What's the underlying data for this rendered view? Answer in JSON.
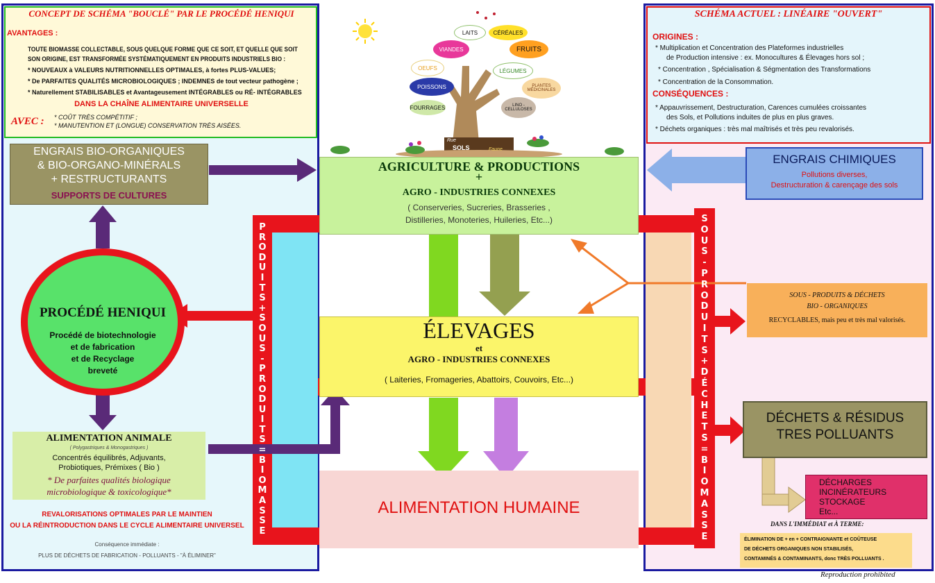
{
  "left_panel": {
    "title": "CONCEPT DE SCHÉMA \"BOUCLÉ\" PAR LE PROCÉDÉ HENIQUI",
    "avantages_label": "AVANTAGES :",
    "intro_line1": "TOUTE BIOMASSE COLLECTABLE, SOUS QUELQUE FORME QUE CE SOIT, ET QUELLE QUE SOIT",
    "intro_line2": "SON ORIGINE, EST TRANSFORMÉE SYSTÉMATIQUEMENT EN PRODUITS INDUSTRIELS BIO :",
    "bullet1": "* NOUVEAUX à VALEURS NUTRITIONNELLES OPTIMALES, à fortes PLUS-VALUES;",
    "bullet2": "* De PARFAITES QUALITÉS MICROBIOLOGIQUES ; INDEMNES de tout vecteur pathogène ;",
    "bullet3": "* Naturellement STABILISABLES et Avantageusement INTÉGRABLES ou RÉ- INTÉGRABLES",
    "chain": "DANS LA CHAÎNE ALIMENTAIRE UNIVERSELLE",
    "avec_label": "AVEC :",
    "avec1": "* COÛT TRÈS COMPÉTITIF ;",
    "avec2": "* MANUTENTION ET (LONGUE) CONSERVATION TRÈS AISÉES."
  },
  "right_panel": {
    "title": "SCHÉMA ACTUEL : LINÉAIRE \"OUVERT\"",
    "origines_label": "ORIGINES :",
    "orig1a": "* Multiplication et Concentration des Plateformes industrielles",
    "orig1b": "de Production intensive : ex. Monocultures & Élevages hors sol ;",
    "orig2": "* Concentration , Spécialisation & Ségmentation des Transformations",
    "orig3": "* Concentration de la Consommation.",
    "consequences_label": "CONSÉQUENCES :",
    "cons1a": "* Appauvrissement, Destructuration, Carences cumulées croissantes",
    "cons1b": "des Sols, et Pollutions induites de plus en plus graves.",
    "cons2": "* Déchets organiques : très mal maîtrisés et très peu revalorisés."
  },
  "engrais_bio": {
    "line1": "ENGRAIS BIO-ORGANIQUES",
    "line2": "& BIO-ORGANO-MINÉRALS",
    "line3": "+ RESTRUCTURANTS",
    "line4": "SUPPORTS DE CULTURES"
  },
  "procede": {
    "title": "PROCÉDÉ HENIQUI",
    "line1": "Procédé de biotechnologie",
    "line2": "et de fabrication",
    "line3": "et de Recyclage",
    "line4": "breveté"
  },
  "alimentation_animale": {
    "title": "ALIMENTATION ANIMALE",
    "subtitle": "( Polygastriques & Monogastriques )",
    "line1": "Concentrés équilibrés, Adjuvants,",
    "line2": "Probiotiques, Prémixes ( Bio )",
    "line3": "* De parfaites qualités biologique",
    "line4": "microbiologique & toxicologique*"
  },
  "revalorisations": {
    "line1": "REVALORISATIONS OPTIMALES PAR LE MAINTIEN",
    "line2": "OU LA RÉINTRODUCTION DANS LE CYCLE ALIMENTAIRE UNIVERSEL",
    "consequence": "Conséquence immédiate :",
    "line3": "PLUS DE DÉCHETS DE FABRICATION - POLLUANTS - \"À ÉLIMINER\""
  },
  "agriculture": {
    "title": "AGRICULTURE & PRODUCTIONS",
    "plus": "+",
    "subtitle": "AGRO - INDUSTRIES CONNEXES",
    "line1": "( Conserveries, Sucreries, Brasseries ,",
    "line2": "Distilleries, Monoteries, Huileries, Etc...)"
  },
  "elevages": {
    "title": "ÉLEVAGES",
    "et": "et",
    "subtitle": "AGRO - INDUSTRIES CONNEXES",
    "line1": "( Laiteries, Fromageries, Abattoirs, Couvoirs, Etc...)"
  },
  "alimentation_humaine": {
    "title": "ALIMENTATION HUMAINE"
  },
  "engrais_chimiques": {
    "title": "ENGRAIS CHIMIQUES",
    "line1": "Pollutions diverses,",
    "line2": "Destructuration & carençage des sols"
  },
  "sous_produits_box": {
    "line1": "SOUS - PRODUITS & DÉCHETS",
    "line2": "BIO - ORGANIQUES",
    "line3": "RECYCLABLES, mais peu et très mal valorisés."
  },
  "dechets_residus": {
    "line1": "DÉCHETS & RÉSIDUS",
    "line2": "TRES POLLUANTS"
  },
  "decharges": {
    "line1": "DÉCHARGES",
    "line2": "INCINÉRATEURS",
    "line3": "STOCKAGE",
    "line4": "Etc..."
  },
  "dans_immediat": "DANS L'IMMÉDIAT et À TERME:",
  "elimination": {
    "line1": "ÉLIMINATION DE + en + CONTRAIGNANTE et COÛTEUSE",
    "line2": "DE DÉCHETS ORGANIQUES NON STABILISÉS,",
    "line3": "CONTAMINÉS & CONTAMINANTS, donc TRÈS POLLUANTS ."
  },
  "left_vertical": [
    "P",
    "R",
    "O",
    "D",
    "U",
    "I",
    "T",
    "S",
    "+",
    "S",
    "O",
    "U",
    "S",
    "-",
    "P",
    "R",
    "O",
    "D",
    "U",
    "I",
    "T",
    "S",
    "=",
    "B",
    "I",
    "O",
    "M",
    "A",
    "S",
    "S",
    "E"
  ],
  "right_vertical": [
    "S",
    "O",
    "U",
    "S",
    "-",
    "P",
    "R",
    "O",
    "D",
    "U",
    "I",
    "T",
    "S",
    "+",
    "D",
    "É",
    "C",
    "H",
    "E",
    "T",
    "S",
    "=",
    "B",
    "I",
    "O",
    "M",
    "A",
    "S",
    "S",
    "E"
  ],
  "tree": {
    "leaves": [
      "LAITS",
      "CÉRÉALES",
      "VIANDES",
      "FRUITS",
      "OEUFS",
      "LÉGUMES",
      "POISSONS",
      "PLANTES MÉDICINALES",
      "FOURRAGES",
      "LINO - CELLULOSES"
    ],
    "trunk1": "Rue",
    "trunk2": "SOLS",
    "trunk3": "Faune"
  },
  "footer": "Reproduction prohibited"
}
